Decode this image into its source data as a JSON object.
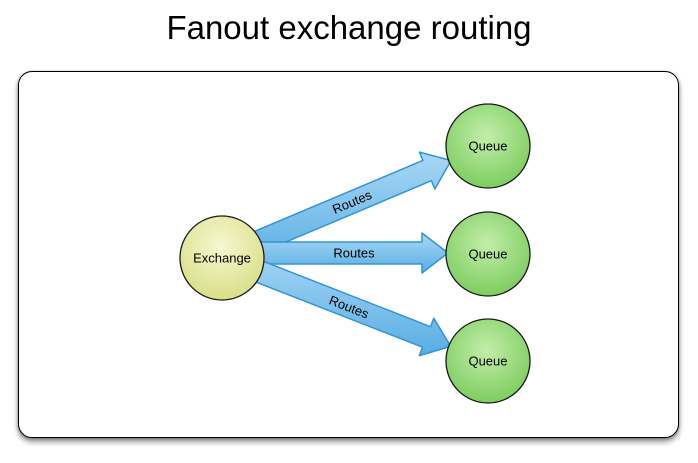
{
  "title": "Fanout exchange routing",
  "diagram": {
    "nodes": {
      "exchange": {
        "label": "Exchange"
      },
      "queue_top": {
        "label": "Queue"
      },
      "queue_middle": {
        "label": "Queue"
      },
      "queue_bottom": {
        "label": "Queue"
      }
    },
    "edges": {
      "top": {
        "label": "Routes"
      },
      "middle": {
        "label": "Routes"
      },
      "bottom": {
        "label": "Routes"
      }
    },
    "colors": {
      "exchange_fill_light": "#f6f8d2",
      "exchange_fill_dark": "#d6db7d",
      "queue_fill_light": "#c3eeaa",
      "queue_fill_dark": "#72c854",
      "arrow_fill_light": "#a9d8f5",
      "arrow_fill_dark": "#58ade3",
      "arrow_stroke": "#2f96d5",
      "node_stroke": "#1a1a1a",
      "text_color": "#000000"
    }
  }
}
